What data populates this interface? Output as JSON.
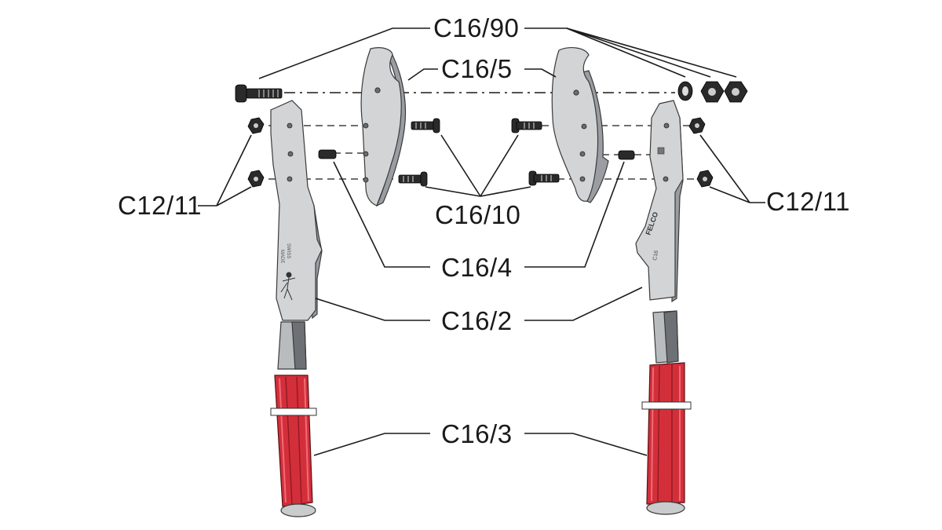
{
  "labels": {
    "c16_90": "C16/90",
    "c16_5": "C16/5",
    "c12_11_left": "C12/11",
    "c12_11_right": "C12/11",
    "c16_10": "C16/10",
    "c16_4": "C16/4",
    "c16_2": "C16/2",
    "c16_3": "C16/3"
  },
  "engraving": {
    "left_handle": [
      "SWISS",
      "MADE"
    ],
    "right_handle_brand": "FELCO",
    "right_handle_model": "C16"
  },
  "colors": {
    "grip": "#d32f3a",
    "metal": "#d2d4d6",
    "hardware": "#2a2a2a",
    "leader": "#1a1a1a"
  }
}
